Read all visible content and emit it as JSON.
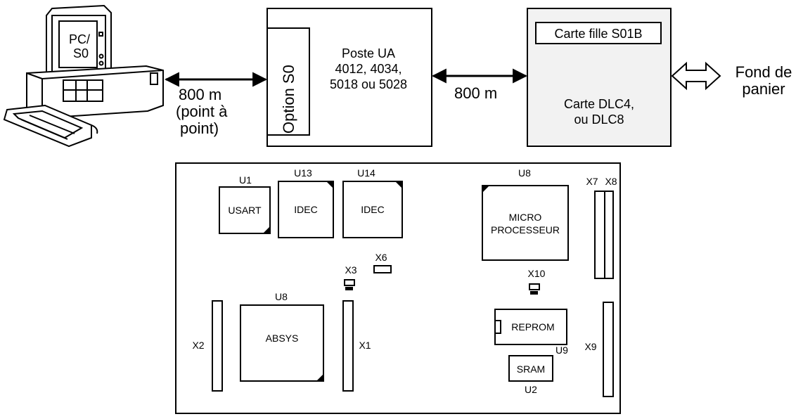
{
  "top": {
    "computer_label": "PC/\nS0",
    "link1_distance": "800 m",
    "link1_mode_line1": "(point à",
    "link1_mode_line2": "point)",
    "option_label": "Option S0",
    "poste_line1": "Poste UA",
    "poste_line2": "4012, 4034,",
    "poste_line3": "5018 ou 5028",
    "link2_distance": "800 m",
    "daughter_card": "Carte fille S01B",
    "dlc_line1": "Carte DLC4,",
    "dlc_line2": "ou DLC8",
    "backplane_line1": "Fond de",
    "backplane_line2": "panier"
  },
  "board": {
    "u1": "U1",
    "usart": "USART",
    "u13": "U13",
    "idec1": "IDEC",
    "u14": "U14",
    "idec2": "IDEC",
    "u8_top": "U8",
    "micro_line1": "MICRO",
    "micro_line2": "PROCESSEUR",
    "x7": "X7",
    "x8": "X8",
    "x6": "X6",
    "x3": "X3",
    "x10": "X10",
    "u8_bottom": "U8",
    "absys": "ABSYS",
    "x2": "X2",
    "x1": "X1",
    "reprom": "REPROM",
    "u9": "U9",
    "sram": "SRAM",
    "u2": "U2",
    "x9": "X9"
  }
}
